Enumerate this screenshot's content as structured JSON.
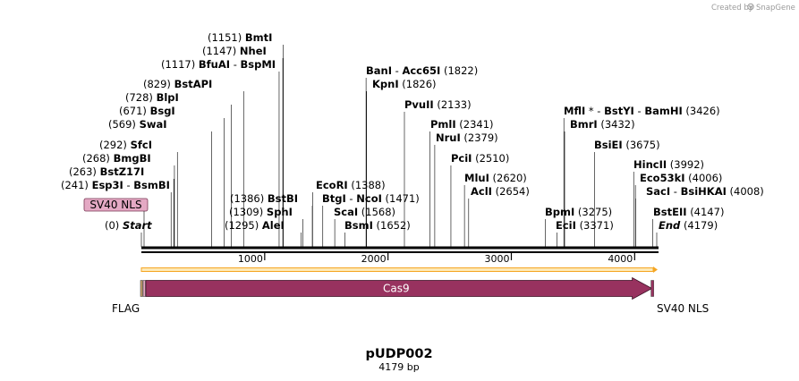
{
  "brand": {
    "created_by": "Created by",
    "name": "SnapGene"
  },
  "plasmid": {
    "name": "pUDP002",
    "length_label": "4179 bp",
    "length": 4179
  },
  "ruler": {
    "ticks": [
      1000,
      2000,
      3000,
      4000
    ],
    "tick_labels": [
      "1000",
      "2000",
      "3000",
      "4000"
    ]
  },
  "sites": [
    {
      "pos": 0,
      "text": "(0)",
      "names": [
        {
          "t": "Start",
          "em": true
        }
      ],
      "pos_before": true
    },
    {
      "pos": 241,
      "text": "(241)",
      "names": [
        {
          "t": "Esp3I"
        },
        {
          "t": " - ",
          "sep": true
        },
        {
          "t": "BsmBI"
        }
      ],
      "pos_before": true
    },
    {
      "pos": 263,
      "text": "(263)",
      "names": [
        {
          "t": "BstZ17I"
        }
      ],
      "pos_before": true
    },
    {
      "pos": 268,
      "text": "(268)",
      "names": [
        {
          "t": "BmgBI"
        }
      ],
      "pos_before": true
    },
    {
      "pos": 292,
      "text": "(292)",
      "names": [
        {
          "t": "SfcI"
        }
      ],
      "pos_before": true
    },
    {
      "pos": 569,
      "text": "(569)",
      "names": [
        {
          "t": "SwaI"
        }
      ],
      "pos_before": true
    },
    {
      "pos": 671,
      "text": "(671)",
      "names": [
        {
          "t": "BsgI"
        }
      ],
      "pos_before": true
    },
    {
      "pos": 728,
      "text": "(728)",
      "names": [
        {
          "t": "BlpI"
        }
      ],
      "pos_before": true
    },
    {
      "pos": 829,
      "text": "(829)",
      "names": [
        {
          "t": "BstAPI"
        }
      ],
      "pos_before": true
    },
    {
      "pos": 1117,
      "text": "(1117)",
      "names": [
        {
          "t": "BfuAI"
        },
        {
          "t": " - ",
          "sep": true
        },
        {
          "t": "BspMI"
        }
      ],
      "pos_before": true
    },
    {
      "pos": 1147,
      "text": "(1147)",
      "names": [
        {
          "t": "NheI"
        }
      ],
      "pos_before": true
    },
    {
      "pos": 1151,
      "text": "(1151)",
      "names": [
        {
          "t": "BmtI"
        }
      ],
      "pos_before": true
    },
    {
      "pos": 1295,
      "text": "(1295)",
      "names": [
        {
          "t": "AleI"
        }
      ],
      "pos_before": true
    },
    {
      "pos": 1309,
      "text": "(1309)",
      "names": [
        {
          "t": "SphI"
        }
      ],
      "pos_before": true
    },
    {
      "pos": 1386,
      "text": "(1386)",
      "names": [
        {
          "t": "BstBI"
        }
      ],
      "pos_before": true
    },
    {
      "pos": 1388,
      "text": "(1388)",
      "names": [
        {
          "t": "EcoRI"
        }
      ],
      "pos_before": false
    },
    {
      "pos": 1471,
      "text": "(1471)",
      "names": [
        {
          "t": "BtgI"
        },
        {
          "t": " - ",
          "sep": true
        },
        {
          "t": "NcoI"
        }
      ],
      "pos_before": false
    },
    {
      "pos": 1568,
      "text": "(1568)",
      "names": [
        {
          "t": "ScaI"
        }
      ],
      "pos_before": false
    },
    {
      "pos": 1652,
      "text": "(1652)",
      "names": [
        {
          "t": "BsmI"
        }
      ],
      "pos_before": false
    },
    {
      "pos": 1822,
      "text": "(1822)",
      "names": [
        {
          "t": "BanI"
        },
        {
          "t": " - ",
          "sep": true
        },
        {
          "t": "Acc65I"
        }
      ],
      "pos_before": false
    },
    {
      "pos": 1826,
      "text": "(1826)",
      "names": [
        {
          "t": "KpnI"
        }
      ],
      "pos_before": false
    },
    {
      "pos": 2133,
      "text": "(2133)",
      "names": [
        {
          "t": "PvuII"
        }
      ],
      "pos_before": false
    },
    {
      "pos": 2341,
      "text": "(2341)",
      "names": [
        {
          "t": "PmlI"
        }
      ],
      "pos_before": false
    },
    {
      "pos": 2379,
      "text": "(2379)",
      "names": [
        {
          "t": "NruI"
        }
      ],
      "pos_before": false
    },
    {
      "pos": 2510,
      "text": "(2510)",
      "names": [
        {
          "t": "PciI"
        }
      ],
      "pos_before": false
    },
    {
      "pos": 2620,
      "text": "(2620)",
      "names": [
        {
          "t": "MluI"
        }
      ],
      "pos_before": false
    },
    {
      "pos": 2654,
      "text": "(2654)",
      "names": [
        {
          "t": "AclI"
        }
      ],
      "pos_before": false
    },
    {
      "pos": 3275,
      "text": "(3275)",
      "names": [
        {
          "t": "BpmI"
        }
      ],
      "pos_before": false
    },
    {
      "pos": 3371,
      "text": "(3371)",
      "names": [
        {
          "t": "EciI"
        }
      ],
      "pos_before": false
    },
    {
      "pos": 3426,
      "text": "(3426)",
      "names": [
        {
          "t": "MflI"
        },
        {
          "t": " * - ",
          "sep": true
        },
        {
          "t": "BstYI"
        },
        {
          "t": " - ",
          "sep": true
        },
        {
          "t": "BamHI"
        }
      ],
      "pos_before": false
    },
    {
      "pos": 3432,
      "text": "(3432)",
      "names": [
        {
          "t": "BmrI"
        }
      ],
      "pos_before": false
    },
    {
      "pos": 3675,
      "text": "(3675)",
      "names": [
        {
          "t": "BsiEI"
        }
      ],
      "pos_before": false
    },
    {
      "pos": 3992,
      "text": "(3992)",
      "names": [
        {
          "t": "HincII"
        }
      ],
      "pos_before": false
    },
    {
      "pos": 4006,
      "text": "(4006)",
      "names": [
        {
          "t": "Eco53kI"
        }
      ],
      "pos_before": false
    },
    {
      "pos": 4008,
      "text": "(4008)",
      "names": [
        {
          "t": "SacI"
        },
        {
          "t": " - ",
          "sep": true
        },
        {
          "t": "BsiHKAI"
        }
      ],
      "pos_before": false
    },
    {
      "pos": 4147,
      "text": "(4147)",
      "names": [
        {
          "t": "BstEII"
        }
      ],
      "pos_before": false
    },
    {
      "pos": 4179,
      "text": "(4179)",
      "names": [
        {
          "t": "End",
          "em": true
        }
      ],
      "pos_before": false
    }
  ],
  "features": [
    {
      "name": "Cas9",
      "start": 36,
      "end": 4140,
      "color": "#98325f",
      "type": "arrow"
    },
    {
      "name": "SV40 NLS",
      "start": 0,
      "end": 36,
      "color": "#e4a9c4",
      "type": "box",
      "label_style": "boxed"
    },
    {
      "name": "FLAG",
      "start": 0,
      "end": 20,
      "color": "#c19a6b",
      "type": "box"
    },
    {
      "name": "SV40 NLS",
      "start": 4140,
      "end": 4179,
      "color": "#98325f",
      "type": "box"
    }
  ],
  "orf_color": "#f5a623"
}
